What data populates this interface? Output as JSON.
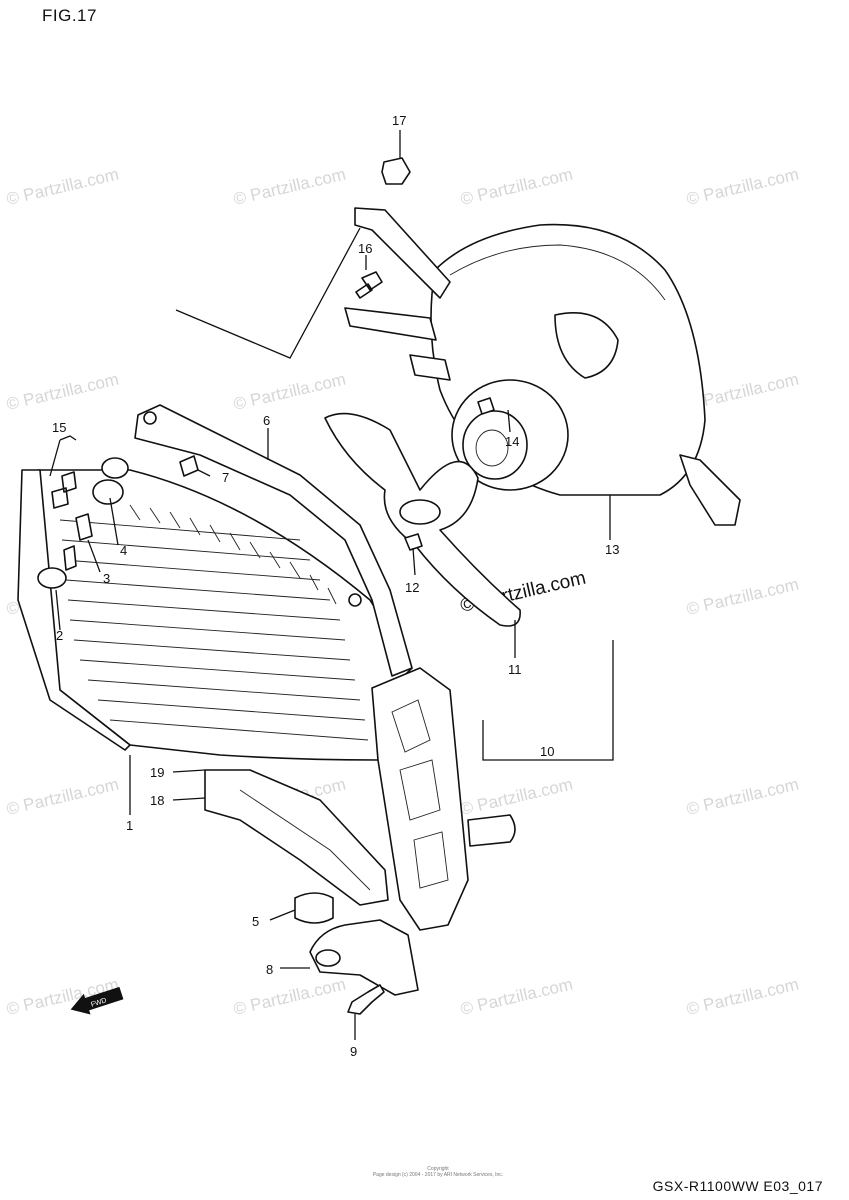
{
  "figure": {
    "title": "FIG.17",
    "model_code": "GSX-R1100WW  E03_017",
    "copyright_line1": "Copyright",
    "copyright_line2": "Page design (c) 2004 - 2017 by ARI Network Services, Inc."
  },
  "watermark": {
    "text": "© Partzilla.com",
    "center_text": "© Partzilla.com"
  },
  "front_marker": {
    "label": "FWD",
    "icon": "fwd-arrow-icon"
  },
  "callouts": [
    "1",
    "2",
    "3",
    "4",
    "5",
    "6",
    "7",
    "8",
    "9",
    "10",
    "11",
    "12",
    "13",
    "14",
    "15",
    "16",
    "17",
    "18",
    "19"
  ]
}
